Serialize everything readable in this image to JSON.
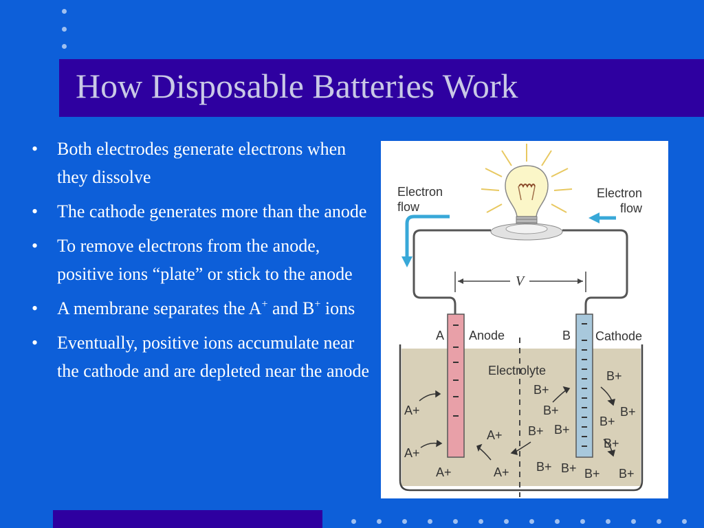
{
  "slide": {
    "title": "How Disposable Batteries Work",
    "bullets": [
      {
        "text": "Both electrodes generate electrons when they dissolve"
      },
      {
        "text": "The cathode generates more than the anode"
      },
      {
        "text": "To remove electrons from the anode, positive ions “plate” or stick to the anode"
      },
      {
        "pre": "A membrane separates the A",
        "sup1": "+",
        "mid": " and B",
        "sup2": "+",
        "post": " ions"
      },
      {
        "text": "Eventually, positive ions accumulate near the cathode and are depleted near the anode"
      }
    ],
    "bullet_char": "•"
  },
  "diagram": {
    "electron_flow_left": [
      "Electron",
      "flow"
    ],
    "electron_flow_right": [
      "Electron",
      "flow"
    ],
    "voltage_label": "V",
    "anode_letter": "A",
    "anode_label": "Anode",
    "cathode_letter": "B",
    "cathode_label": "Cathode",
    "electrolyte_label": "Electrolyte",
    "ion_a": "A+",
    "ion_b": "B+",
    "colors": {
      "anode_electrode": "#e8a0a8",
      "cathode_electrode": "#a8c8dc",
      "electrolyte": "#d8d0b8",
      "arrow": "#38a8d8"
    }
  },
  "colors": {
    "background": "#0d5fd9",
    "title_bar": "#2e00a0",
    "title_text": "#c9c9e6",
    "body_text": "#ffffff"
  }
}
